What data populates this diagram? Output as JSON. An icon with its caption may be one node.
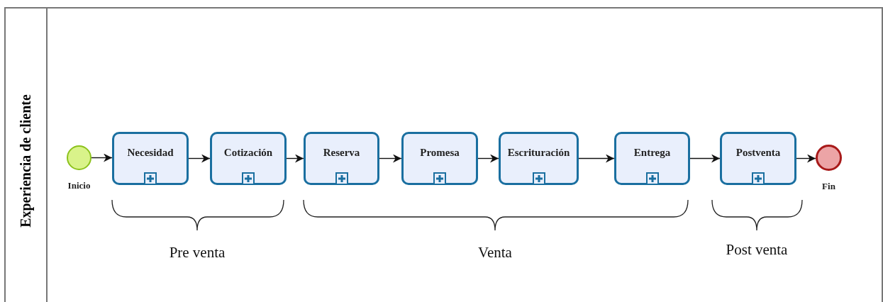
{
  "diagram": {
    "nodes": [
      {
        "text": [
          "Experiencia de cliente"
        ]
      },
      {
        "text": [],
        "shape": "circle",
        "beside": [
          "Inicio"
        ],
        "in": 0
      },
      {
        "text": [
          "Necesidad"
        ],
        "in": 0
      },
      {
        "text": [
          "Cotización"
        ],
        "in": 0
      },
      {
        "text": [
          "Reserva"
        ],
        "in": 0
      },
      {
        "text": [
          "Promesa"
        ],
        "in": 0
      },
      {
        "text": [
          "Escrituración"
        ],
        "in": 0
      },
      {
        "text": [
          "Entrega"
        ],
        "in": 0
      },
      {
        "text": [
          "Postventa"
        ],
        "in": 0
      },
      {
        "text": [],
        "shape": "circle",
        "beside": [
          "Fin"
        ],
        "in": 0
      }
    ],
    "edges": [
      {
        "from": 1,
        "to": 2,
        "arrow": "to"
      },
      {
        "from": 2,
        "to": 3,
        "arrow": "to"
      },
      {
        "from": 3,
        "to": 4,
        "arrow": "to"
      },
      {
        "from": 4,
        "to": 5,
        "arrow": "to"
      },
      {
        "from": 5,
        "to": 6,
        "arrow": "to"
      },
      {
        "from": 6,
        "to": 7,
        "arrow": "to"
      },
      {
        "from": 7,
        "to": 8,
        "arrow": "to"
      },
      {
        "from": 8,
        "to": 9,
        "arrow": "to"
      }
    ],
    "labels": [
      "Pre venta",
      "Venta",
      "Post venta"
    ]
  }
}
